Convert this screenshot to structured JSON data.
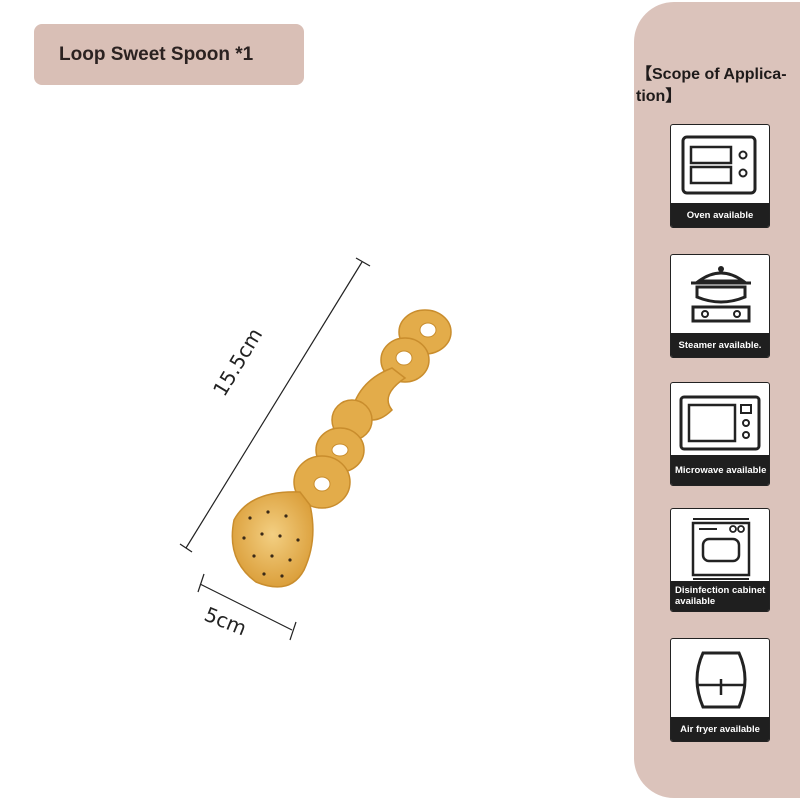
{
  "title": "Loop Sweet Spoon *1",
  "dimensions": {
    "length": "15.5cm",
    "width": "5cm"
  },
  "scope": {
    "heading": "【Scope of Applica-tion】",
    "items": [
      {
        "label": "Oven available",
        "icon": "oven-icon"
      },
      {
        "label": "Steamer available.",
        "icon": "steamer-icon"
      },
      {
        "label": "Microwave available",
        "icon": "microwave-icon"
      },
      {
        "label": "Disinfection cabinet available",
        "icon": "disinfection-cabinet-icon"
      },
      {
        "label": "Air fryer available",
        "icon": "air-fryer-icon"
      }
    ]
  },
  "colors": {
    "badge": "#d9bfb6",
    "panel": "#dbc3bb",
    "spoon": "#e6b24f",
    "caption_bg": "#1f1f1f"
  }
}
